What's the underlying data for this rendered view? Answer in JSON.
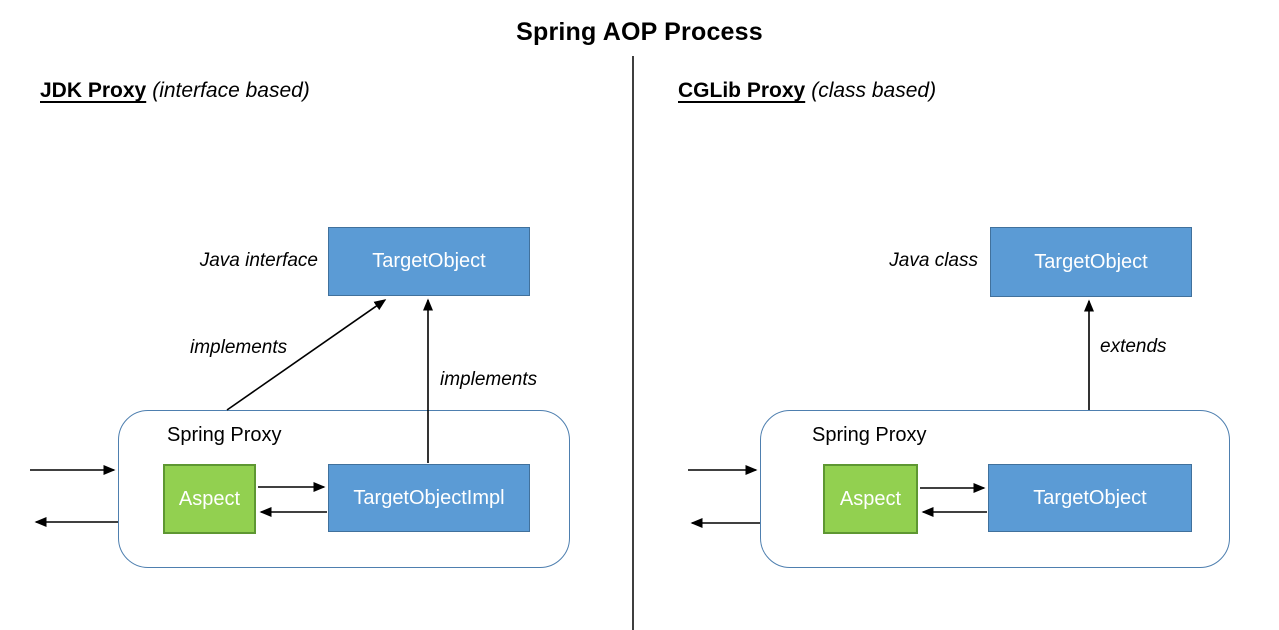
{
  "title": "Spring AOP Process",
  "colors": {
    "box_blue_fill": "#5B9BD5",
    "box_blue_border": "#41719C",
    "box_green_fill": "#92D050",
    "box_green_border": "#5E9732",
    "proxy_outline": "#4E7FAF",
    "divider": "#3F3F3F",
    "arrow": "#000000",
    "text": "#000000",
    "box_text": "#FFFFFF"
  },
  "left": {
    "heading": "JDK Proxy",
    "heading_qualifier": "(interface based)",
    "type_label": "Java interface",
    "target_box": "TargetObject",
    "proxy_label": "Spring Proxy",
    "aspect_box": "Aspect",
    "impl_box": "TargetObjectImpl",
    "arrow_label_diagonal": "implements",
    "arrow_label_vertical": "implements"
  },
  "right": {
    "heading": "CGLib Proxy",
    "heading_qualifier": "(class based)",
    "type_label": "Java class",
    "target_box": "TargetObject",
    "proxy_label": "Spring Proxy",
    "aspect_box": "Aspect",
    "impl_box": "TargetObject",
    "arrow_label_vertical": "extends"
  }
}
